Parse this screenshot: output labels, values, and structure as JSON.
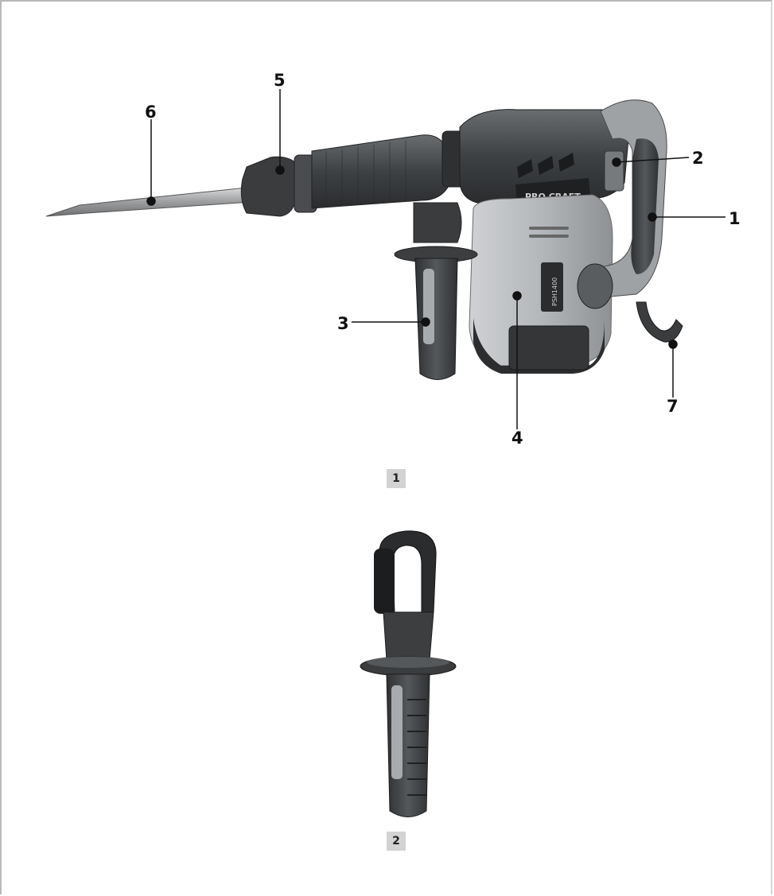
{
  "figure1": {
    "label": "1",
    "brand_text": "PRO CRAFT",
    "model_text": "PSH1400",
    "callouts": [
      "1",
      "2",
      "3",
      "4",
      "5",
      "6",
      "7"
    ]
  },
  "figure2": {
    "label": "2"
  }
}
